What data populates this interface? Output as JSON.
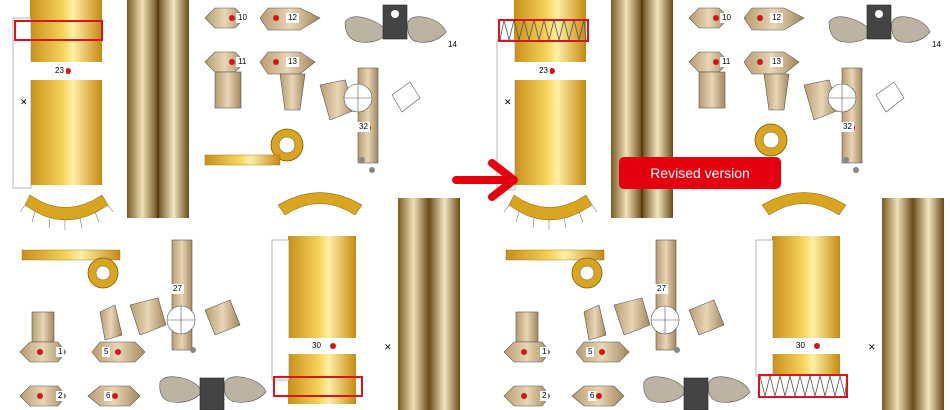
{
  "sheets": [
    {
      "id": "original",
      "part_labels": {
        "tube_large": "23",
        "tube_small": "30",
        "hex_a": "10",
        "hex_b": "12",
        "hex_c": "11",
        "hex_d": "13",
        "arm_top": "32",
        "arm_bottom": "27",
        "hex_e": "1",
        "hex_f": "5",
        "hex_g": "2",
        "hex_h": "6",
        "corner": "14"
      }
    },
    {
      "id": "revised",
      "part_labels": {
        "tube_large": "23",
        "tube_small": "30",
        "hex_a": "10",
        "hex_b": "12",
        "hex_c": "11",
        "hex_d": "13",
        "arm_top": "32",
        "arm_bottom": "27",
        "hex_e": "1",
        "hex_f": "5",
        "hex_g": "2",
        "hex_h": "6",
        "corner": "14"
      }
    }
  ],
  "annotation": {
    "badge_text": "Revised version"
  },
  "colors": {
    "highlight": "#d9141e",
    "arrow": "#e3000f",
    "gold": "#d9a520",
    "brass": "#b88a2e"
  }
}
